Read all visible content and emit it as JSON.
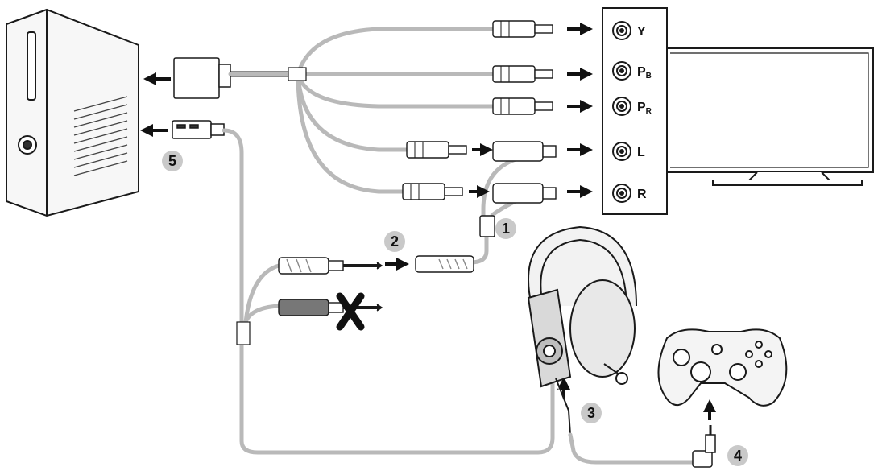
{
  "ports": [
    {
      "id": "y",
      "main": "Y",
      "sub": ""
    },
    {
      "id": "pb",
      "main": "P",
      "sub": "B"
    },
    {
      "id": "pr",
      "main": "P",
      "sub": "R"
    },
    {
      "id": "l",
      "main": "L",
      "sub": ""
    },
    {
      "id": "r",
      "main": "R",
      "sub": ""
    }
  ],
  "steps": [
    "1",
    "2",
    "3",
    "4",
    "5"
  ],
  "colors": {
    "ink": "#1a1a1a",
    "cable": "#b9b9b9",
    "badge": "#c9c9c9",
    "device": "#f2f2f2"
  },
  "icons": [
    "xbox-console-icon",
    "tv-icon",
    "headset-icon",
    "controller-icon",
    "x-mark-icon",
    "arrow-icon"
  ]
}
